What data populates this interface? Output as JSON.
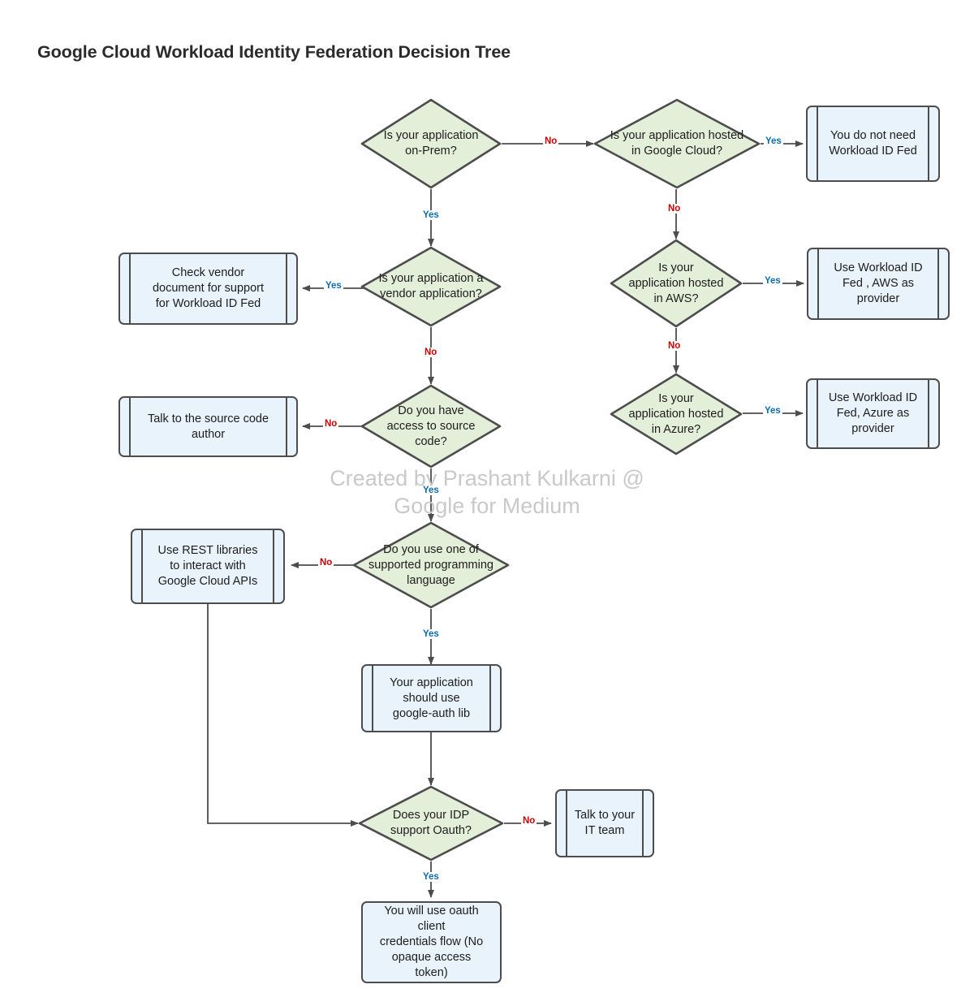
{
  "page": {
    "title": "Google Cloud Workload Identity Federation Decision Tree",
    "watermark": "Created by Prashant Kulkarni @ Google for Medium",
    "background": "#ffffff"
  },
  "colors": {
    "decision_fill": "#e4efda",
    "process_fill": "#e9f3fb",
    "stroke": "#4d4d4d",
    "yes_label": "#0d6cb0",
    "no_label": "#cc0000",
    "title_text": "#2b2b2b",
    "watermark_text": "#c9c9c9"
  },
  "chart_data": {
    "type": "diagram",
    "title": "Google Cloud Workload Identity Federation Decision Tree",
    "nodes": [
      {
        "id": "on_prem",
        "shape": "decision",
        "text": "Is your application on-Prem?"
      },
      {
        "id": "in_gcp",
        "shape": "decision",
        "text": "Is your application hosted in Google Cloud?"
      },
      {
        "id": "no_need",
        "shape": "process",
        "text": "You do not need Workload ID Fed"
      },
      {
        "id": "vendor_app",
        "shape": "decision",
        "text": "Is your application a vendor application?"
      },
      {
        "id": "check_vendor",
        "shape": "process",
        "text": "Check vendor document for support for Workload ID Fed"
      },
      {
        "id": "in_aws",
        "shape": "decision",
        "text": "Is your application hosted in AWS?"
      },
      {
        "id": "use_aws",
        "shape": "process",
        "text": "Use Workload ID Fed , AWS as provider"
      },
      {
        "id": "source_access",
        "shape": "decision",
        "text": "Do you have access to source code?"
      },
      {
        "id": "talk_author",
        "shape": "process",
        "text": "Talk to the source code author"
      },
      {
        "id": "in_azure",
        "shape": "decision",
        "text": "Is your application hosted in Azure?"
      },
      {
        "id": "use_azure",
        "shape": "process",
        "text": "Use Workload ID Fed, Azure as provider"
      },
      {
        "id": "supported_lang",
        "shape": "decision",
        "text": "Do you use one of supported programming language"
      },
      {
        "id": "use_rest",
        "shape": "process",
        "text": "Use REST libraries to interact with Google Cloud APIs"
      },
      {
        "id": "google_auth",
        "shape": "process",
        "text": "Your application should use google-auth lib"
      },
      {
        "id": "idp_oauth",
        "shape": "decision",
        "text": "Does your IDP support Oauth?"
      },
      {
        "id": "talk_it",
        "shape": "process",
        "text": "Talk to your IT team"
      },
      {
        "id": "oauth_flow",
        "shape": "process",
        "text": "You will use oauth client credentials flow (No opaque access token)"
      }
    ],
    "edges": [
      {
        "from": "on_prem",
        "to": "in_gcp",
        "label": "No"
      },
      {
        "from": "on_prem",
        "to": "vendor_app",
        "label": "Yes"
      },
      {
        "from": "in_gcp",
        "to": "no_need",
        "label": "Yes"
      },
      {
        "from": "in_gcp",
        "to": "in_aws",
        "label": "No"
      },
      {
        "from": "vendor_app",
        "to": "check_vendor",
        "label": "Yes"
      },
      {
        "from": "vendor_app",
        "to": "source_access",
        "label": "No"
      },
      {
        "from": "in_aws",
        "to": "use_aws",
        "label": "Yes"
      },
      {
        "from": "in_aws",
        "to": "in_azure",
        "label": "No"
      },
      {
        "from": "source_access",
        "to": "talk_author",
        "label": "No"
      },
      {
        "from": "source_access",
        "to": "supported_lang",
        "label": "Yes"
      },
      {
        "from": "in_azure",
        "to": "use_azure",
        "label": "Yes"
      },
      {
        "from": "supported_lang",
        "to": "use_rest",
        "label": "No"
      },
      {
        "from": "supported_lang",
        "to": "google_auth",
        "label": "Yes"
      },
      {
        "from": "google_auth",
        "to": "idp_oauth",
        "label": ""
      },
      {
        "from": "use_rest",
        "to": "idp_oauth",
        "label": ""
      },
      {
        "from": "idp_oauth",
        "to": "talk_it",
        "label": "No"
      },
      {
        "from": "idp_oauth",
        "to": "oauth_flow",
        "label": "Yes"
      }
    ]
  },
  "nodes": {
    "on_prem": {
      "line1": "Is your application",
      "line2": "on-Prem?"
    },
    "in_gcp": {
      "line1": "Is your application hosted",
      "line2": "in Google Cloud?"
    },
    "no_need": {
      "line1": "You do not need",
      "line2": "Workload ID Fed"
    },
    "vendor_app": {
      "line1": "Is your application a",
      "line2": "vendor application?"
    },
    "check_vendor": {
      "line1": "Check vendor",
      "line2": "document for support",
      "line3": "for Workload ID Fed"
    },
    "in_aws": {
      "line1": "Is your",
      "line2": "application hosted",
      "line3": "in AWS?"
    },
    "use_aws": {
      "line1": "Use Workload ID",
      "line2": "Fed , AWS as",
      "line3": "provider"
    },
    "source_access": {
      "line1": "Do you have",
      "line2": "access to source",
      "line3": "code?"
    },
    "talk_author": {
      "line1": "Talk to the source code",
      "line2": "author"
    },
    "in_azure": {
      "line1": "Is your",
      "line2": "application hosted",
      "line3": "in Azure?"
    },
    "use_azure": {
      "line1": "Use Workload ID",
      "line2": "Fed, Azure as",
      "line3": "provider"
    },
    "supported_lang": {
      "line1": "Do you use one of",
      "line2": "supported programming",
      "line3": "language"
    },
    "use_rest": {
      "line1": "Use REST libraries",
      "line2": "to interact with",
      "line3": "Google Cloud APIs"
    },
    "google_auth": {
      "line1": "Your application",
      "line2": "should use",
      "line3": "google-auth lib"
    },
    "idp_oauth": {
      "line1": "Does your IDP",
      "line2": "support Oauth?"
    },
    "talk_it": {
      "line1": "Talk to your",
      "line2": "IT team"
    },
    "oauth_flow": {
      "line1": "You will use oauth client",
      "line2": "credentials flow (No",
      "line3": "opaque access token)"
    }
  },
  "labels": {
    "on_prem_no": "No",
    "on_prem_yes": "Yes",
    "in_gcp_yes": "Yes",
    "in_gcp_no": "No",
    "vendor_yes": "Yes",
    "vendor_no": "No",
    "aws_yes": "Yes",
    "aws_no": "No",
    "source_no": "No",
    "source_yes": "Yes",
    "azure_yes": "Yes",
    "lang_no": "No",
    "lang_yes": "Yes",
    "idp_no": "No",
    "idp_yes": "Yes"
  }
}
